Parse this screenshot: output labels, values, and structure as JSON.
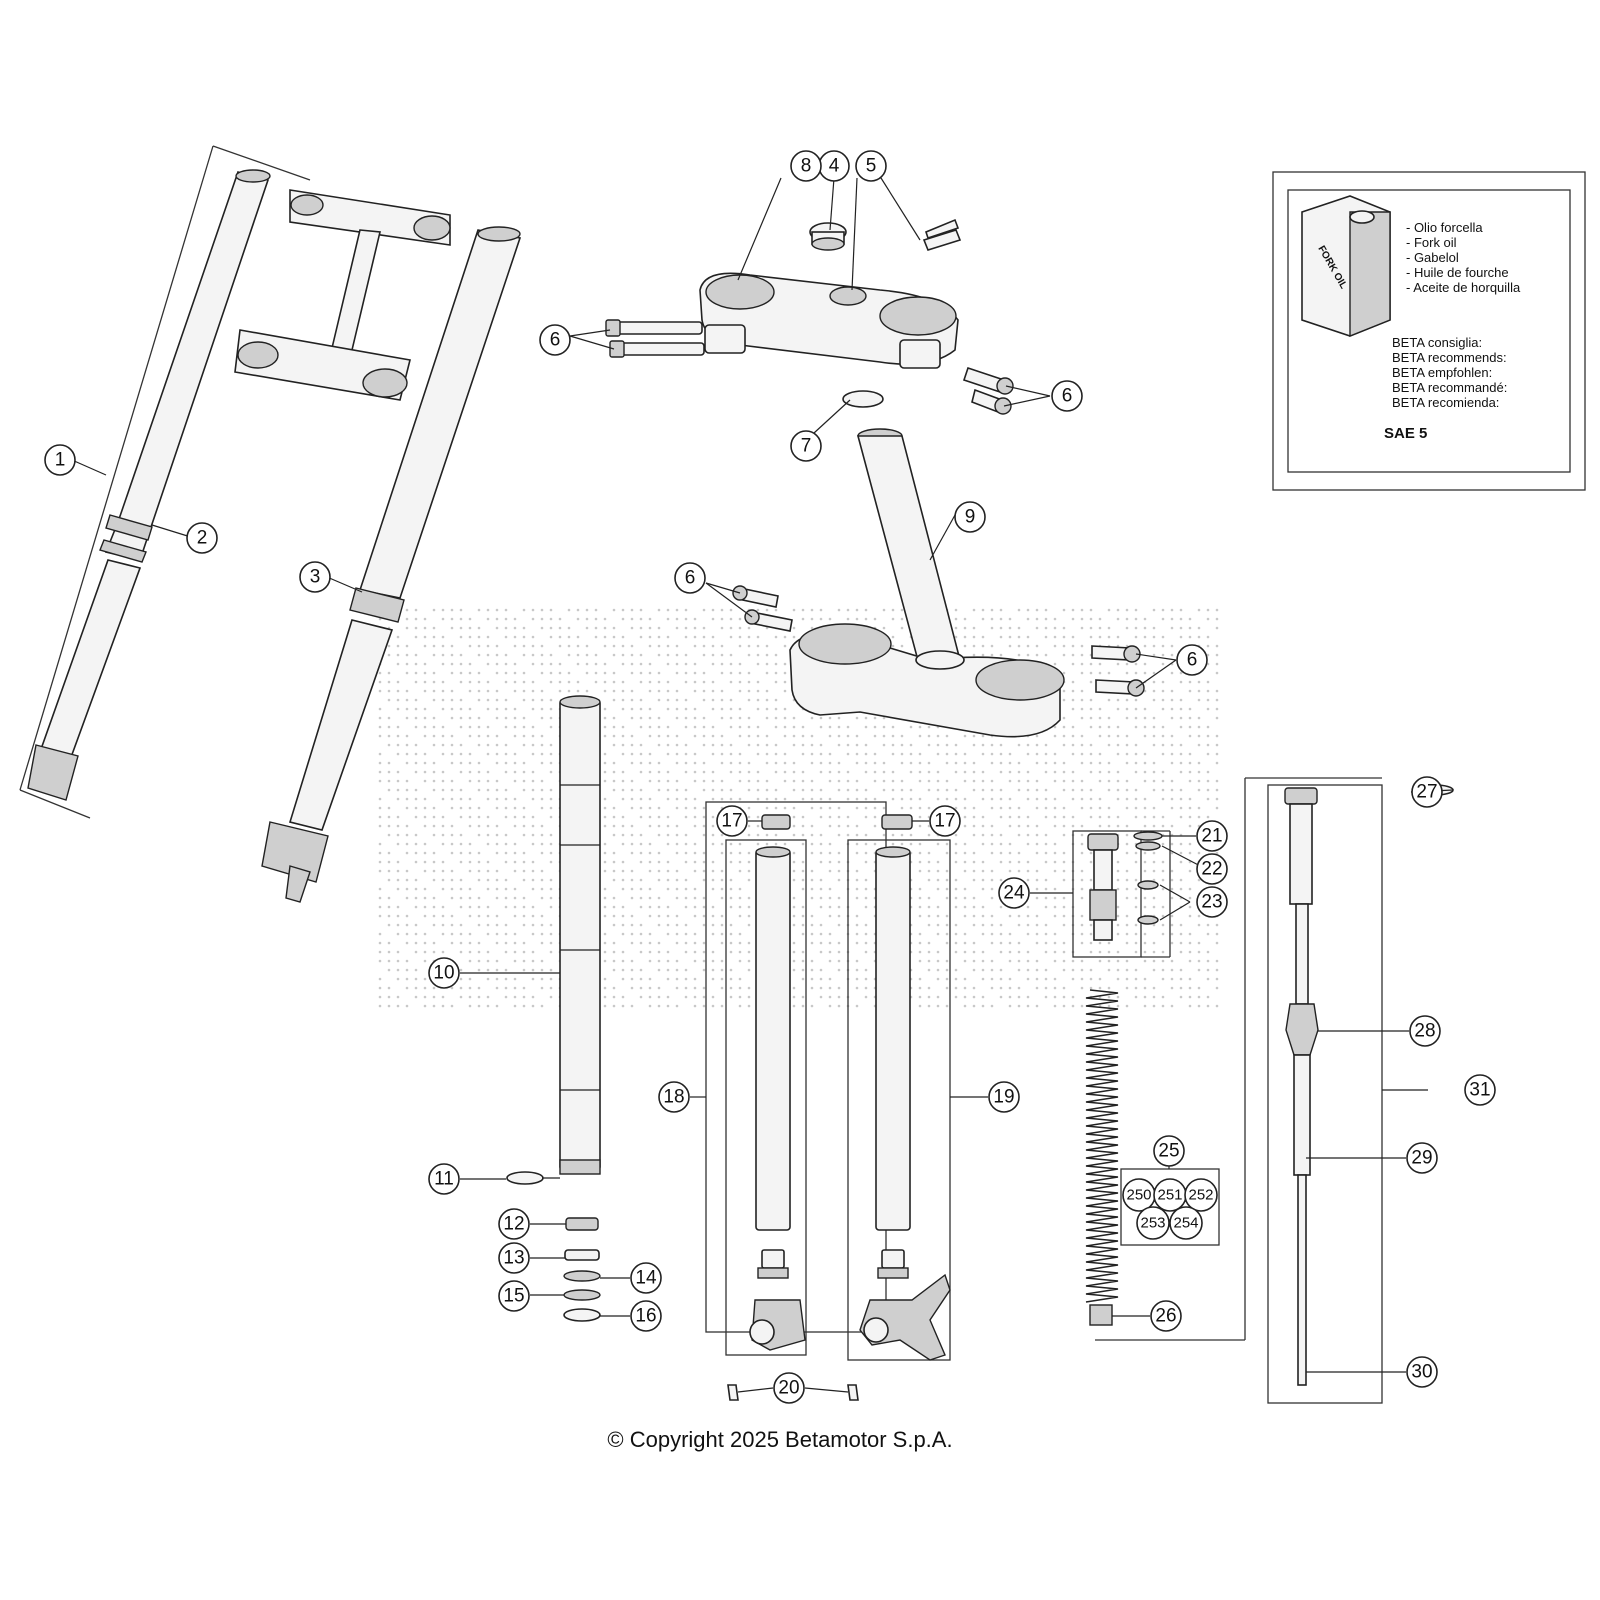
{
  "callouts": [
    "1",
    "2",
    "3",
    "4",
    "5",
    "6",
    "6",
    "6",
    "6",
    "7",
    "8",
    "9",
    "10",
    "11",
    "12",
    "13",
    "14",
    "15",
    "16",
    "17",
    "17",
    "18",
    "19",
    "20",
    "21",
    "22",
    "23",
    "24",
    "25",
    "250",
    "251",
    "252",
    "253",
    "254",
    "26",
    "27",
    "28",
    "29",
    "30",
    "31"
  ],
  "info_box": {
    "can_label": "FORK OIL",
    "oil_names": [
      "- Olio forcella",
      "- Fork oil",
      "- Gabelol",
      "- Huile de fourche",
      "- Aceite de horquilla"
    ],
    "recommend_lines": [
      "BETA consiglia:",
      "BETA recommends:",
      "BETA empfohlen:",
      "BETA recommandé:",
      "BETA recomienda:"
    ],
    "oil_grade": "SAE 5"
  },
  "copyright": "© Copyright 2025 Betamotor S.p.A."
}
